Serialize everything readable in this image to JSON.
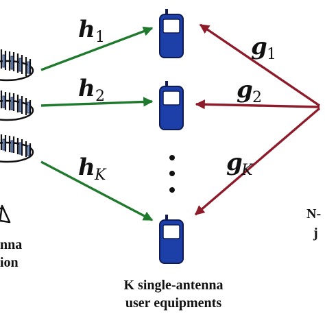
{
  "labels": {
    "h1": {
      "base": "h",
      "sub": "1"
    },
    "h2": {
      "base": "h",
      "sub": "2"
    },
    "hK": {
      "base": "h",
      "sub": "K"
    },
    "g1": {
      "base": "g",
      "sub": "1"
    },
    "g2": {
      "base": "g",
      "sub": "2"
    },
    "gK": {
      "base": "g",
      "sub": "K"
    }
  },
  "captions": {
    "users_line1": "K single-antenna",
    "users_line2": "user equipments",
    "left_line1": "nna",
    "left_line2": "ion",
    "right_line1": "N-",
    "right_line2": "j"
  },
  "colors": {
    "green_arrow": "#1f7a2e",
    "red_arrow": "#8e1b2a",
    "phone_body": "#1c3fa8",
    "phone_outline": "#0d1a55",
    "screen": "#ffffff"
  },
  "icons": [
    "antenna-array-icon",
    "phone-icon",
    "arrow-icon",
    "antenna-symbol-icon",
    "ellipsis-dots-icon"
  ]
}
